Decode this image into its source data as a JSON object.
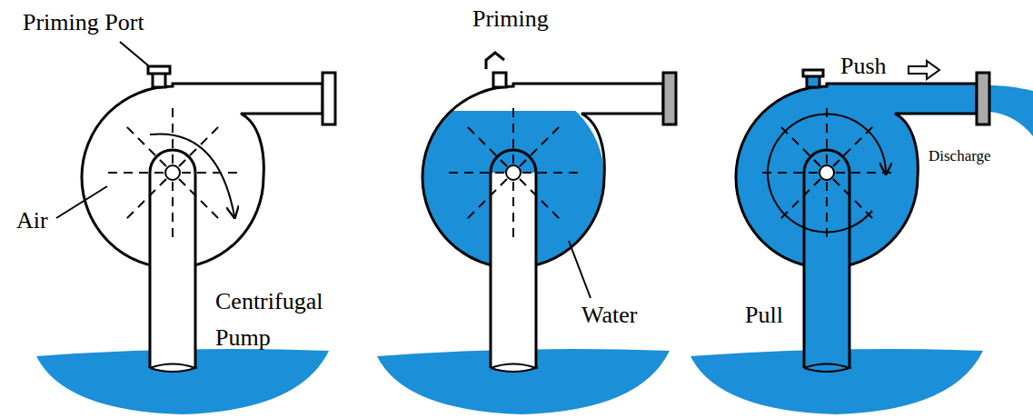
{
  "diagram": {
    "labels": [
      "Priming Port",
      "Air",
      "Centrifugal Pump",
      "Priming",
      "Water",
      "Push",
      "Discharge",
      "Pull"
    ]
  }
}
